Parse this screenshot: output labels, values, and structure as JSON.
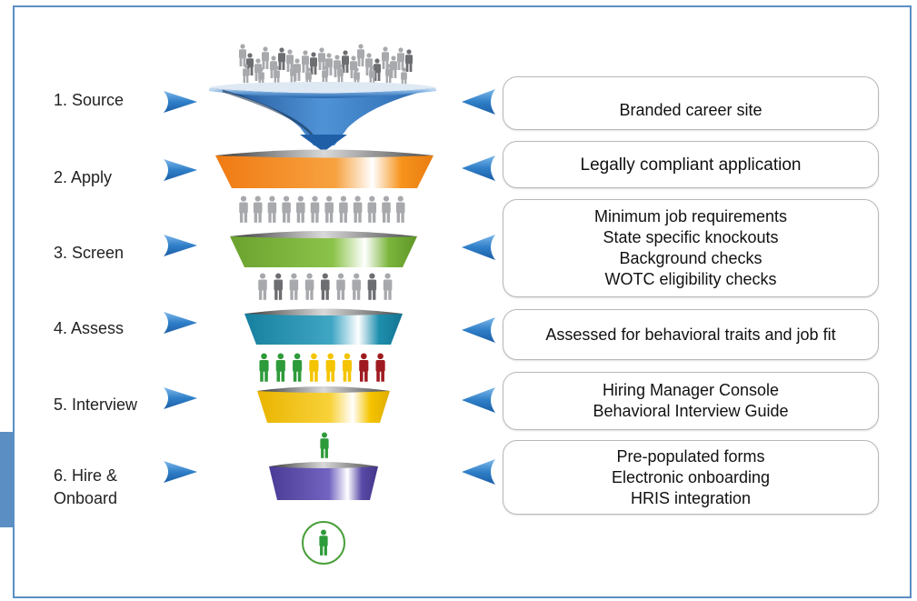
{
  "steps": [
    {
      "label": "1.  Source",
      "description": [
        "Branded career site"
      ]
    },
    {
      "label": "2.  Apply",
      "description": [
        "Legally compliant application"
      ]
    },
    {
      "label": "3.  Screen",
      "description": [
        "Minimum job requirements",
        "State specific knockouts",
        "Background checks",
        "WOTC eligibility checks"
      ]
    },
    {
      "label": "4.  Assess",
      "description": [
        "Assessed for behavioral traits and job fit"
      ]
    },
    {
      "label": "5.  Interview",
      "description": [
        "Hiring Manager Console",
        "Behavioral Interview Guide"
      ]
    },
    {
      "label_lines": [
        "6.  Hire &",
        "Onboard"
      ],
      "description": [
        "Pre-populated forms",
        "Electronic onboarding",
        "HRIS integration"
      ]
    }
  ],
  "colors": {
    "frame": "#5b8fc4",
    "arrow_blue": "#2f7fc8",
    "funnel_orange": "#f7941d",
    "funnel_green": "#7ab53a",
    "funnel_teal": "#1f8fae",
    "funnel_yellow": "#f5c400",
    "funnel_purple": "#5a4aa8",
    "person_gray": "#a7a9ac",
    "person_dark": "#6d6e71",
    "person_green": "#2e9b3a",
    "person_yellow": "#f5c400",
    "person_red": "#9e1b20"
  }
}
